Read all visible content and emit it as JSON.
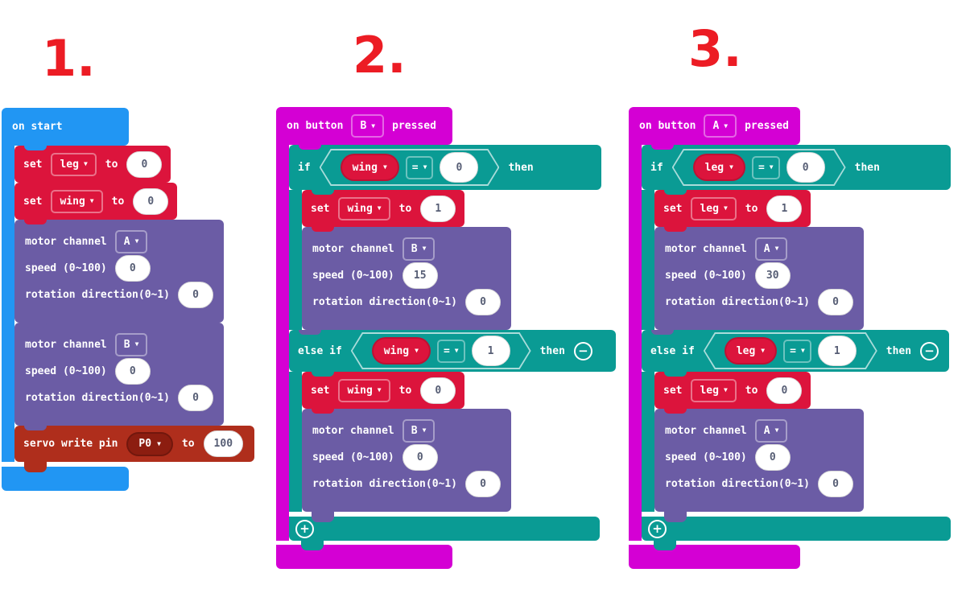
{
  "section_labels": {
    "one": "1.",
    "two": "2.",
    "three": "3."
  },
  "icons": {
    "dropdown_arrow": "▼",
    "plus": "+",
    "minus": "−"
  },
  "colors": {
    "event_blue": "#2196F3",
    "button_magenta": "#D400D4",
    "logic_teal": "#0A9B94",
    "variable_red": "#DC143C",
    "motor_purple": "#6B5CA5",
    "servo_brick": "#AF2E1C",
    "servo_pin_dark": "#8C1D10",
    "value_text": "#575E75",
    "label_red": "#EC1C24"
  },
  "stack1": {
    "hat_label": "on start",
    "set_leg": {
      "set": "set",
      "variable": "leg",
      "to": "to",
      "value": "0"
    },
    "set_wing": {
      "set": "set",
      "variable": "wing",
      "to": "to",
      "value": "0"
    },
    "motor_a": {
      "channel_label": "motor channel",
      "channel": "A",
      "speed_label": "speed (0~100)",
      "speed": "0",
      "rotation_label": "rotation direction(0~1)",
      "rotation": "0"
    },
    "motor_b": {
      "channel_label": "motor channel",
      "channel": "B",
      "speed_label": "speed (0~100)",
      "speed": "0",
      "rotation_label": "rotation direction(0~1)",
      "rotation": "0"
    },
    "servo": {
      "label": "servo write pin",
      "pin": "P0",
      "to": "to",
      "value": "100"
    }
  },
  "stack2": {
    "hat": {
      "prefix": "on button",
      "button": "B",
      "suffix": "pressed"
    },
    "if_row": {
      "keyword": "if",
      "variable": "wing",
      "operator": "=",
      "value": "0",
      "then": "then"
    },
    "if_set": {
      "set": "set",
      "variable": "wing",
      "to": "to",
      "value": "1"
    },
    "if_motor": {
      "channel_label": "motor channel",
      "channel": "B",
      "speed_label": "speed (0~100)",
      "speed": "15",
      "rotation_label": "rotation direction(0~1)",
      "rotation": "0"
    },
    "elseif_row": {
      "keyword": "else if",
      "variable": "wing",
      "operator": "=",
      "value": "1",
      "then": "then"
    },
    "else_set": {
      "set": "set",
      "variable": "wing",
      "to": "to",
      "value": "0"
    },
    "else_motor": {
      "channel_label": "motor channel",
      "channel": "B",
      "speed_label": "speed (0~100)",
      "speed": "0",
      "rotation_label": "rotation direction(0~1)",
      "rotation": "0"
    }
  },
  "stack3": {
    "hat": {
      "prefix": "on button",
      "button": "A",
      "suffix": "pressed"
    },
    "if_row": {
      "keyword": "if",
      "variable": "leg",
      "operator": "=",
      "value": "0",
      "then": "then"
    },
    "if_set": {
      "set": "set",
      "variable": "leg",
      "to": "to",
      "value": "1"
    },
    "if_motor": {
      "channel_label": "motor channel",
      "channel": "A",
      "speed_label": "speed (0~100)",
      "speed": "30",
      "rotation_label": "rotation direction(0~1)",
      "rotation": "0"
    },
    "elseif_row": {
      "keyword": "else if",
      "variable": "leg",
      "operator": "=",
      "value": "1",
      "then": "then"
    },
    "else_set": {
      "set": "set",
      "variable": "leg",
      "to": "to",
      "value": "0"
    },
    "else_motor": {
      "channel_label": "motor channel",
      "channel": "A",
      "speed_label": "speed (0~100)",
      "speed": "0",
      "rotation_label": "rotation direction(0~1)",
      "rotation": "0"
    }
  }
}
